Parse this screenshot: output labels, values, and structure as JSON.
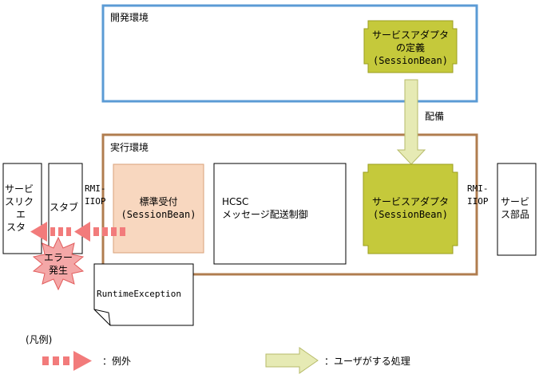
{
  "dev_env": {
    "label": "開発環境"
  },
  "run_env": {
    "label": "実行環境"
  },
  "adapter_def": {
    "line1": "サービスアダプタ",
    "line2": "の定義",
    "line3": "(SessionBean)"
  },
  "deploy_label": "配備",
  "service_requester": {
    "line1": "サービ",
    "line2": "スリク",
    "line3": "エ",
    "line4": "スタ"
  },
  "stub": {
    "label": "スタブ"
  },
  "rmi_left": {
    "line1": "RMI-",
    "line2": "IIOP"
  },
  "standard_receiver": {
    "line1": "標準受付",
    "line2": "(SessionBean)"
  },
  "hcsc": {
    "line1": "HCSC",
    "line2": "メッセージ配送制御"
  },
  "service_adapter": {
    "line1": "サービスアダプタ",
    "line2": "(SessionBean)"
  },
  "rmi_right": {
    "line1": "RMI-",
    "line2": "IIOP"
  },
  "service_component": {
    "line1": "サービ",
    "line2": "ス部品"
  },
  "error_burst": {
    "line1": "エラー",
    "line2": "発生"
  },
  "exception_note": {
    "label": "RuntimeException"
  },
  "legend": {
    "title": "(凡例)",
    "exception": "：例外",
    "user_process": "：ユーザがする処理"
  },
  "colors": {
    "dev_border": "#5b9bd5",
    "run_border": "#b07d4f",
    "adapter_fill": "#c5c93b",
    "adapter_border": "#9a9e1f",
    "receiver_fill": "#f8d7bf",
    "receiver_border": "#d9a27a",
    "exception_arrow": "#f27b7b",
    "burst_fill": "#f4a7a7",
    "burst_border": "#e25c5c",
    "user_arrow_fill": "#e6eab4",
    "user_arrow_border": "#b7bb6a"
  }
}
